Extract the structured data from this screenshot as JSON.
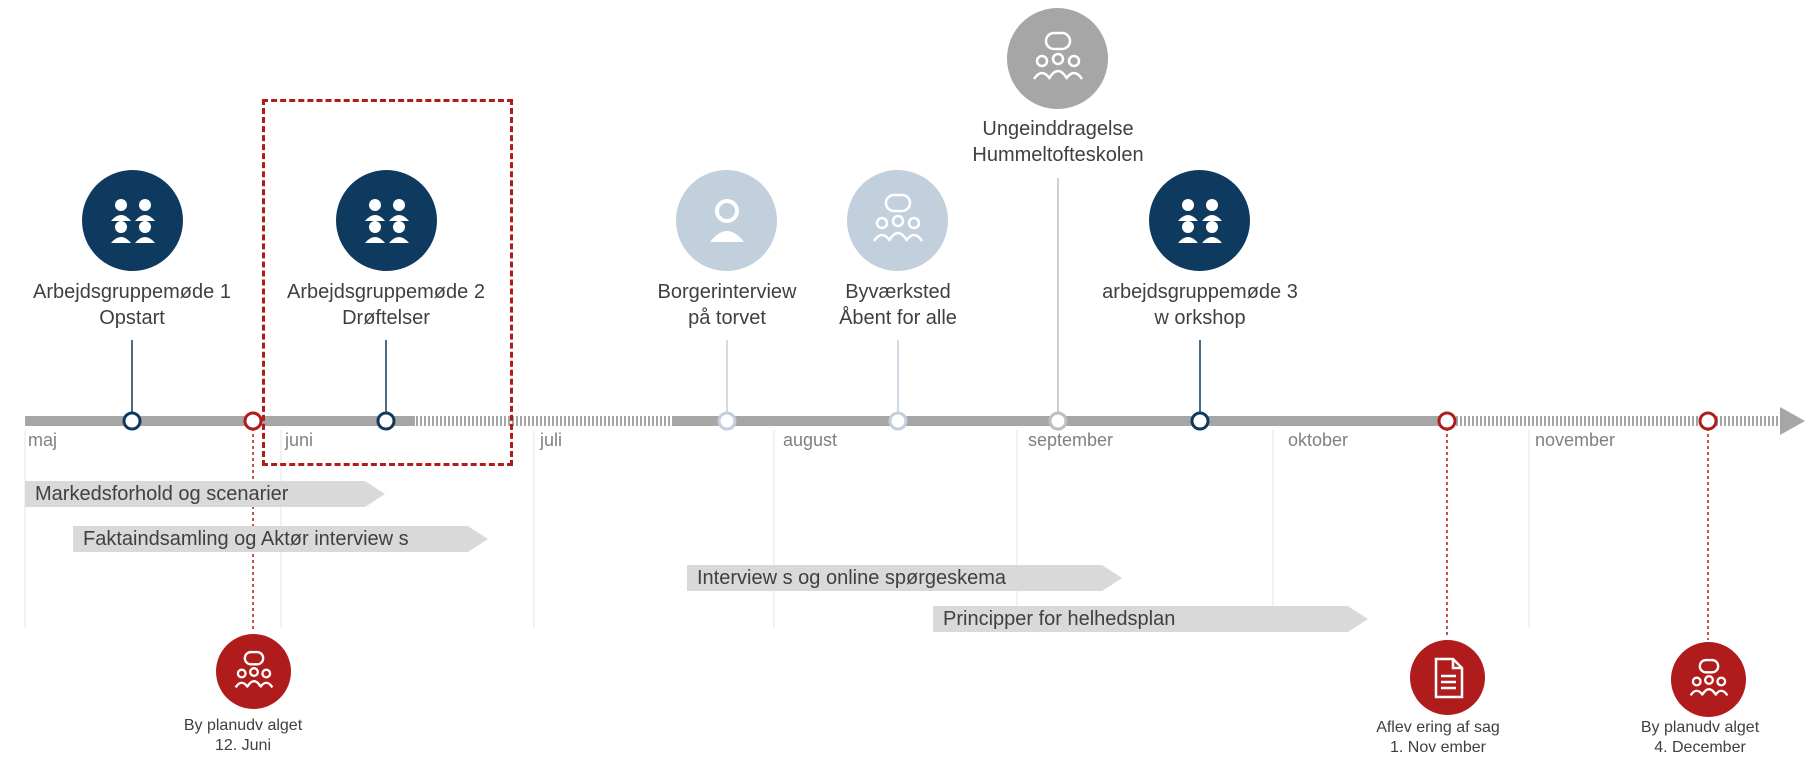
{
  "colors": {
    "navy": "#0f3a5f",
    "light": "#c2cfdc",
    "gray": "#a6a6a6",
    "red": "#b01c1c",
    "axis": "#a6a6a6"
  },
  "months": [
    "maj",
    "juni",
    "juli",
    "august",
    "september",
    "oktober",
    "november"
  ],
  "top_events": [
    {
      "line1": "Arbejdsgruppemøde 1",
      "line2": "Opstart",
      "icon": "group-icon",
      "style": "navy"
    },
    {
      "line1": "Arbejdsgruppemøde 2",
      "line2": "Drøftelser",
      "icon": "group-icon",
      "style": "navy"
    },
    {
      "line1": "Borgerinterview",
      "line2": "på torvet",
      "icon": "person-icon",
      "style": "light"
    },
    {
      "line1": "Byværksted",
      "line2": "Åbent for alle",
      "icon": "speech-group-icon",
      "style": "light"
    },
    {
      "line1": "Ungeinddragelse",
      "line2": "Hummeltofteskolen",
      "icon": "speech-group-icon",
      "style": "gray"
    },
    {
      "line1": "arbejdsgruppemøde 3",
      "line2": "w orkshop",
      "icon": "group-icon",
      "style": "navy"
    }
  ],
  "bottom_events": [
    {
      "line1": "By planudv alget",
      "line2": "12. Juni",
      "icon": "speech-group-icon"
    },
    {
      "line1": "Aflev ering af sag",
      "line2": "1. Nov ember",
      "icon": "document-icon"
    },
    {
      "line1": "By planudv alget",
      "line2": "4. December",
      "icon": "speech-group-icon"
    }
  ],
  "bars": [
    "Markedsforhold og scenarier",
    "Faktaindsamling og Aktør interview s",
    "Interview s og online spørgeskema",
    "Principper for helhedsplan"
  ]
}
